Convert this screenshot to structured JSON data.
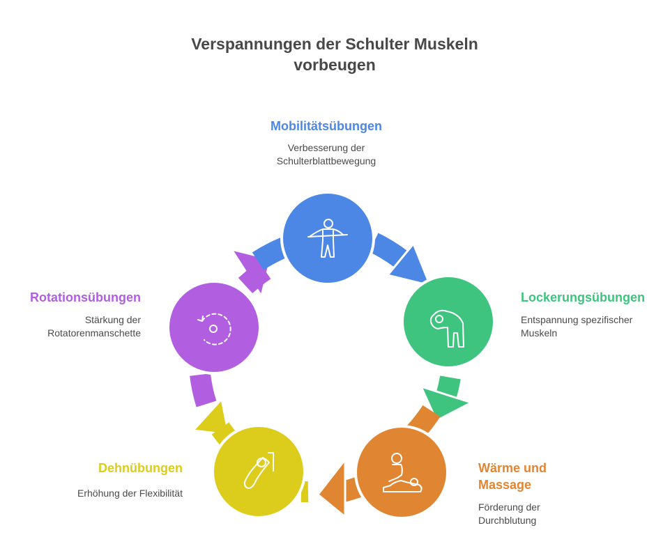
{
  "title": {
    "line1": "Verspannungen der Schulter Muskeln",
    "line2": "vorbeugen"
  },
  "colors": {
    "blue": "#4d87e6",
    "green": "#3ec47f",
    "orange": "#e08532",
    "yellow": "#dccc1c",
    "purple": "#b15ee0",
    "title": "#484848",
    "text": "#4a4a4a"
  },
  "steps": [
    {
      "id": "mobilitaet",
      "label": "Mobilitätsübungen",
      "desc": [
        "Verbesserung der",
        "Schulterblattbewegung"
      ],
      "icon": "person-with-stick-icon"
    },
    {
      "id": "lockerung",
      "label": "Lockerungsübungen",
      "desc": [
        "Entspannung spezifischer",
        "Muskeln"
      ],
      "icon": "bending-person-icon"
    },
    {
      "id": "waerme",
      "label": [
        "Wärme und",
        "Massage"
      ],
      "desc": [
        "Förderung der",
        "Durchblutung"
      ],
      "icon": "massage-icon"
    },
    {
      "id": "dehnung",
      "label": "Dehnübungen",
      "desc": [
        "Erhöhung der Flexibilität"
      ],
      "icon": "stretching-person-icon"
    },
    {
      "id": "rotation",
      "label": "Rotationsübungen",
      "desc": [
        "Stärkung der",
        "Rotatorenmanschette"
      ],
      "icon": "rotation-icon"
    }
  ]
}
